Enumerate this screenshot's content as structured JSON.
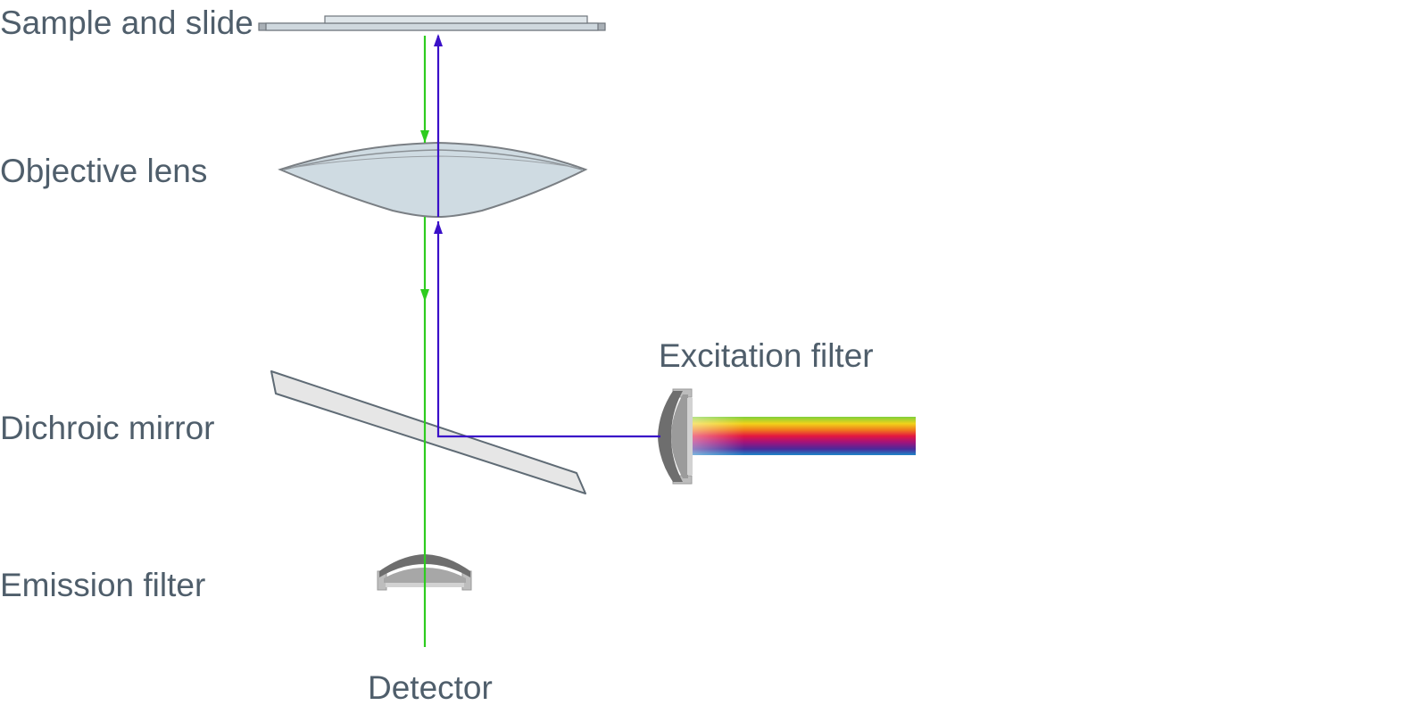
{
  "labels": {
    "sample": "Sample and slide",
    "objective": "Objective lens",
    "dichroic": "Dichroic mirror",
    "emission": "Emission filter",
    "excitation": "Excitation filter",
    "detector": "Detector"
  },
  "colors": {
    "label_text": "#4f5e6b",
    "emission_beam": "#2ecc1f",
    "excitation_beam": "#3a10c8",
    "lens_fill": "#cfdbe2",
    "lens_stroke": "#7a7f84",
    "mirror_fill": "#e6e6e6",
    "mirror_stroke": "#5f6b75",
    "filter_dark": "#6e6e6e",
    "filter_light": "#bdbdbd"
  },
  "spectrum_colors": [
    "#7fcf3a",
    "#f2d21a",
    "#f07d1c",
    "#e4173f",
    "#a4137a",
    "#4a2a9a",
    "#1f86c8"
  ]
}
